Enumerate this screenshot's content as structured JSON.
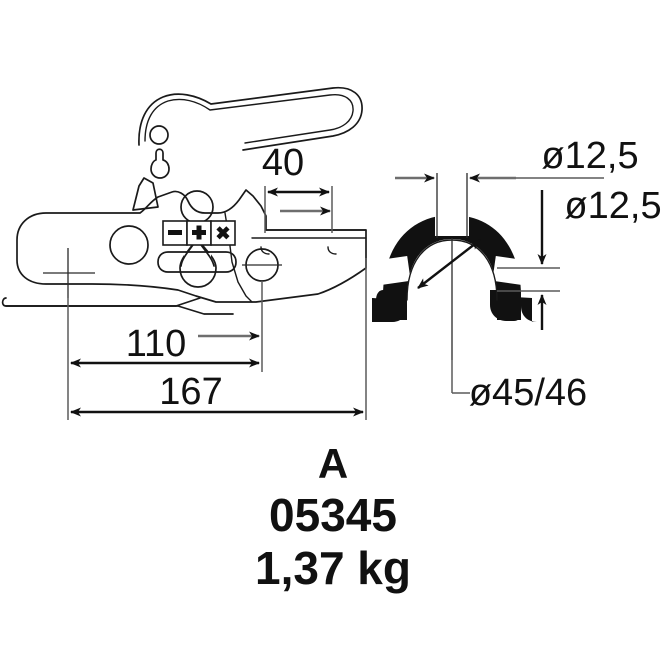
{
  "drawing": {
    "type": "engineering-dimension-drawing",
    "subject": "trailer coupling head (Zugkugelkupplung) side view with U-clamp cross-section",
    "background_color": "#ffffff",
    "line_color": "#1a1a1a",
    "fill_color": "#111111",
    "dimension_color": "#111111",
    "extension_line_color": "#5a5a5a"
  },
  "dimensions": {
    "width_40": {
      "label": "40",
      "value": 40,
      "unit": "mm",
      "orientation": "horizontal"
    },
    "width_110": {
      "label": "110",
      "value": 110,
      "unit": "mm",
      "orientation": "horizontal"
    },
    "width_167": {
      "label": "167",
      "value": 167,
      "unit": "mm",
      "orientation": "horizontal"
    },
    "bore_top": {
      "label": "ø12,5",
      "value": 12.5,
      "unit": "mm",
      "orientation": "horizontal"
    },
    "bore_side": {
      "label": "ø12,5",
      "value": 12.5,
      "unit": "mm",
      "orientation": "vertical"
    },
    "tube_diameter": {
      "label": "ø45/46",
      "value": "45/46",
      "unit": "mm",
      "orientation": "diagonal"
    }
  },
  "part_info": {
    "variant": "A",
    "article_number": "05345",
    "weight": "1,37 kg"
  },
  "plate": {
    "symbols": [
      "−",
      "+",
      "✕"
    ],
    "symbol_names": [
      "minus-symbol",
      "plus-symbol",
      "cross-symbol"
    ]
  }
}
